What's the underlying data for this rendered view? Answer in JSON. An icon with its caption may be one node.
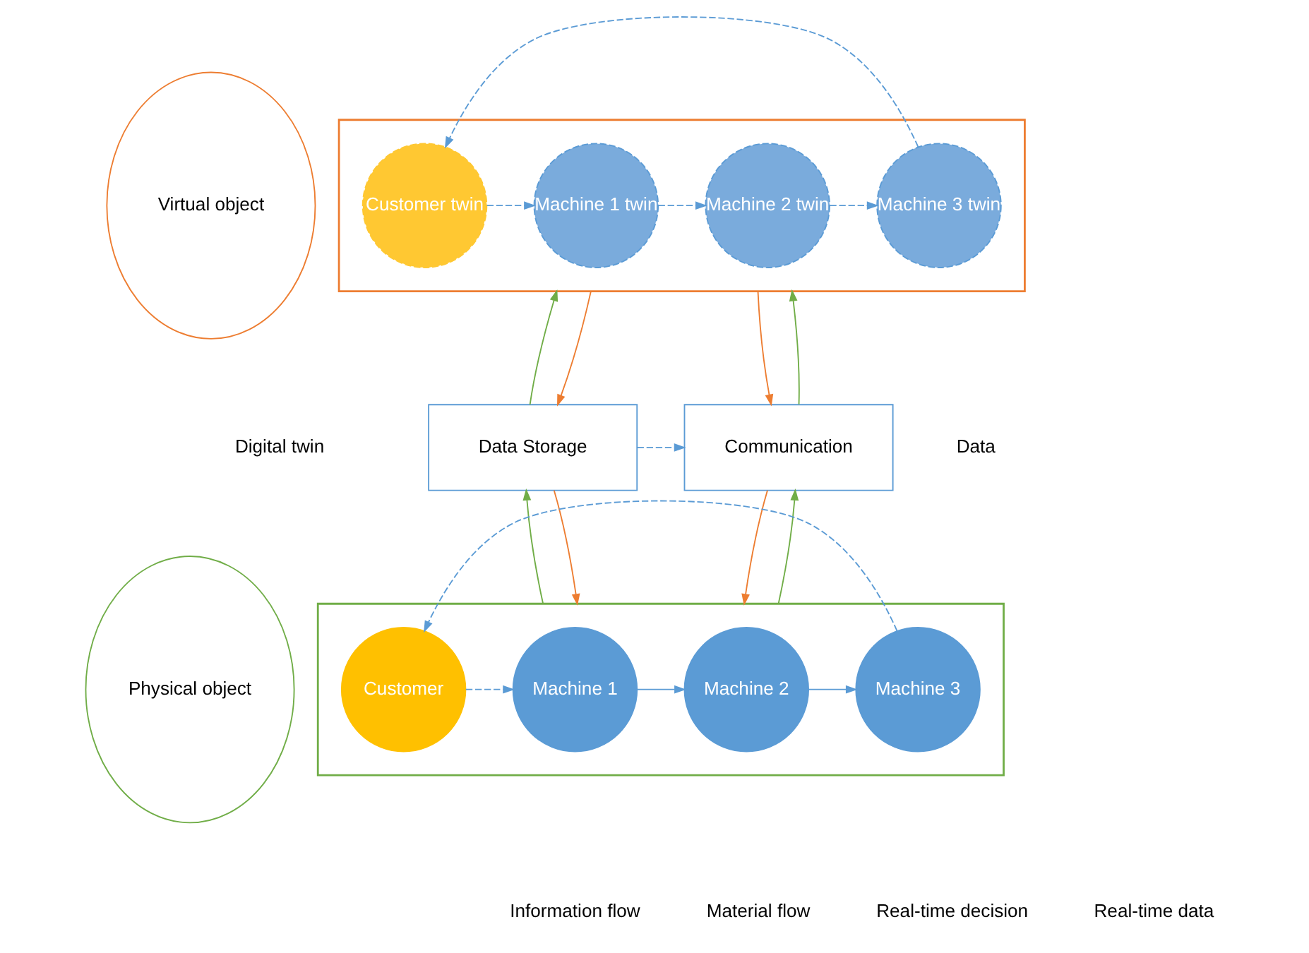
{
  "diagram": {
    "nodes": [
      {
        "text": [
          "Virtual object"
        ]
      },
      {
        "text": [
          "Physical object"
        ]
      },
      {
        "text": [],
        "shape": "box"
      },
      {
        "text": [
          "Customer twin"
        ],
        "in": 2
      },
      {
        "text": [
          "Machine 1 twin"
        ],
        "in": 2
      },
      {
        "text": [
          "Machine 2 twin"
        ],
        "in": 2
      },
      {
        "text": [
          "Machine 3 twin"
        ],
        "in": 2
      },
      {
        "text": [
          "Data Storage"
        ]
      },
      {
        "text": [
          "Communication"
        ]
      },
      {
        "text": [],
        "shape": "box"
      },
      {
        "text": [
          "Customer"
        ],
        "in": 9
      },
      {
        "text": [
          "Machine 1"
        ],
        "in": 9
      },
      {
        "text": [
          "Machine 2"
        ],
        "in": 9
      },
      {
        "text": [
          "Machine 3"
        ],
        "in": 9
      }
    ],
    "edges": [
      {
        "from": 3,
        "to": 4,
        "arrow": "to",
        "style": "dashed"
      },
      {
        "from": 4,
        "to": 5,
        "arrow": "to",
        "style": "dashed"
      },
      {
        "from": 5,
        "to": 6,
        "arrow": "to",
        "style": "dashed"
      },
      {
        "from": 6,
        "to": 3,
        "arrow": "to",
        "style": "dashed"
      },
      {
        "from": 7,
        "to": 2,
        "arrow": "to",
        "color": "#70ad47"
      },
      {
        "from": 2,
        "to": 7,
        "arrow": "to",
        "color": "#ed7d31"
      },
      {
        "from": 2,
        "to": 8,
        "arrow": "to",
        "color": "#ed7d31"
      },
      {
        "from": 8,
        "to": 2,
        "arrow": "to",
        "color": "#70ad47"
      },
      {
        "from": 7,
        "to": 8,
        "arrow": "to",
        "style": "dashed"
      },
      {
        "from": 9,
        "to": 7,
        "arrow": "to",
        "color": "#70ad47"
      },
      {
        "from": 7,
        "to": 9,
        "arrow": "to",
        "color": "#ed7d31"
      },
      {
        "from": 8,
        "to": 9,
        "arrow": "to",
        "color": "#ed7d31"
      },
      {
        "from": 9,
        "to": 8,
        "arrow": "to",
        "color": "#70ad47"
      },
      {
        "from": 10,
        "to": 11,
        "arrow": "to",
        "style": "dashed"
      },
      {
        "from": 11,
        "to": 12,
        "arrow": "to"
      },
      {
        "from": 12,
        "to": 13,
        "arrow": "to"
      },
      {
        "from": 13,
        "to": 10,
        "arrow": "to",
        "style": "dashed"
      }
    ],
    "labels": [
      "Digital twin",
      "Data"
    ],
    "legend": [
      {
        "text": "Information flow"
      },
      {
        "text": "Material flow"
      },
      {
        "text": "Real-time decision"
      },
      {
        "text": "Real-time data"
      }
    ]
  }
}
